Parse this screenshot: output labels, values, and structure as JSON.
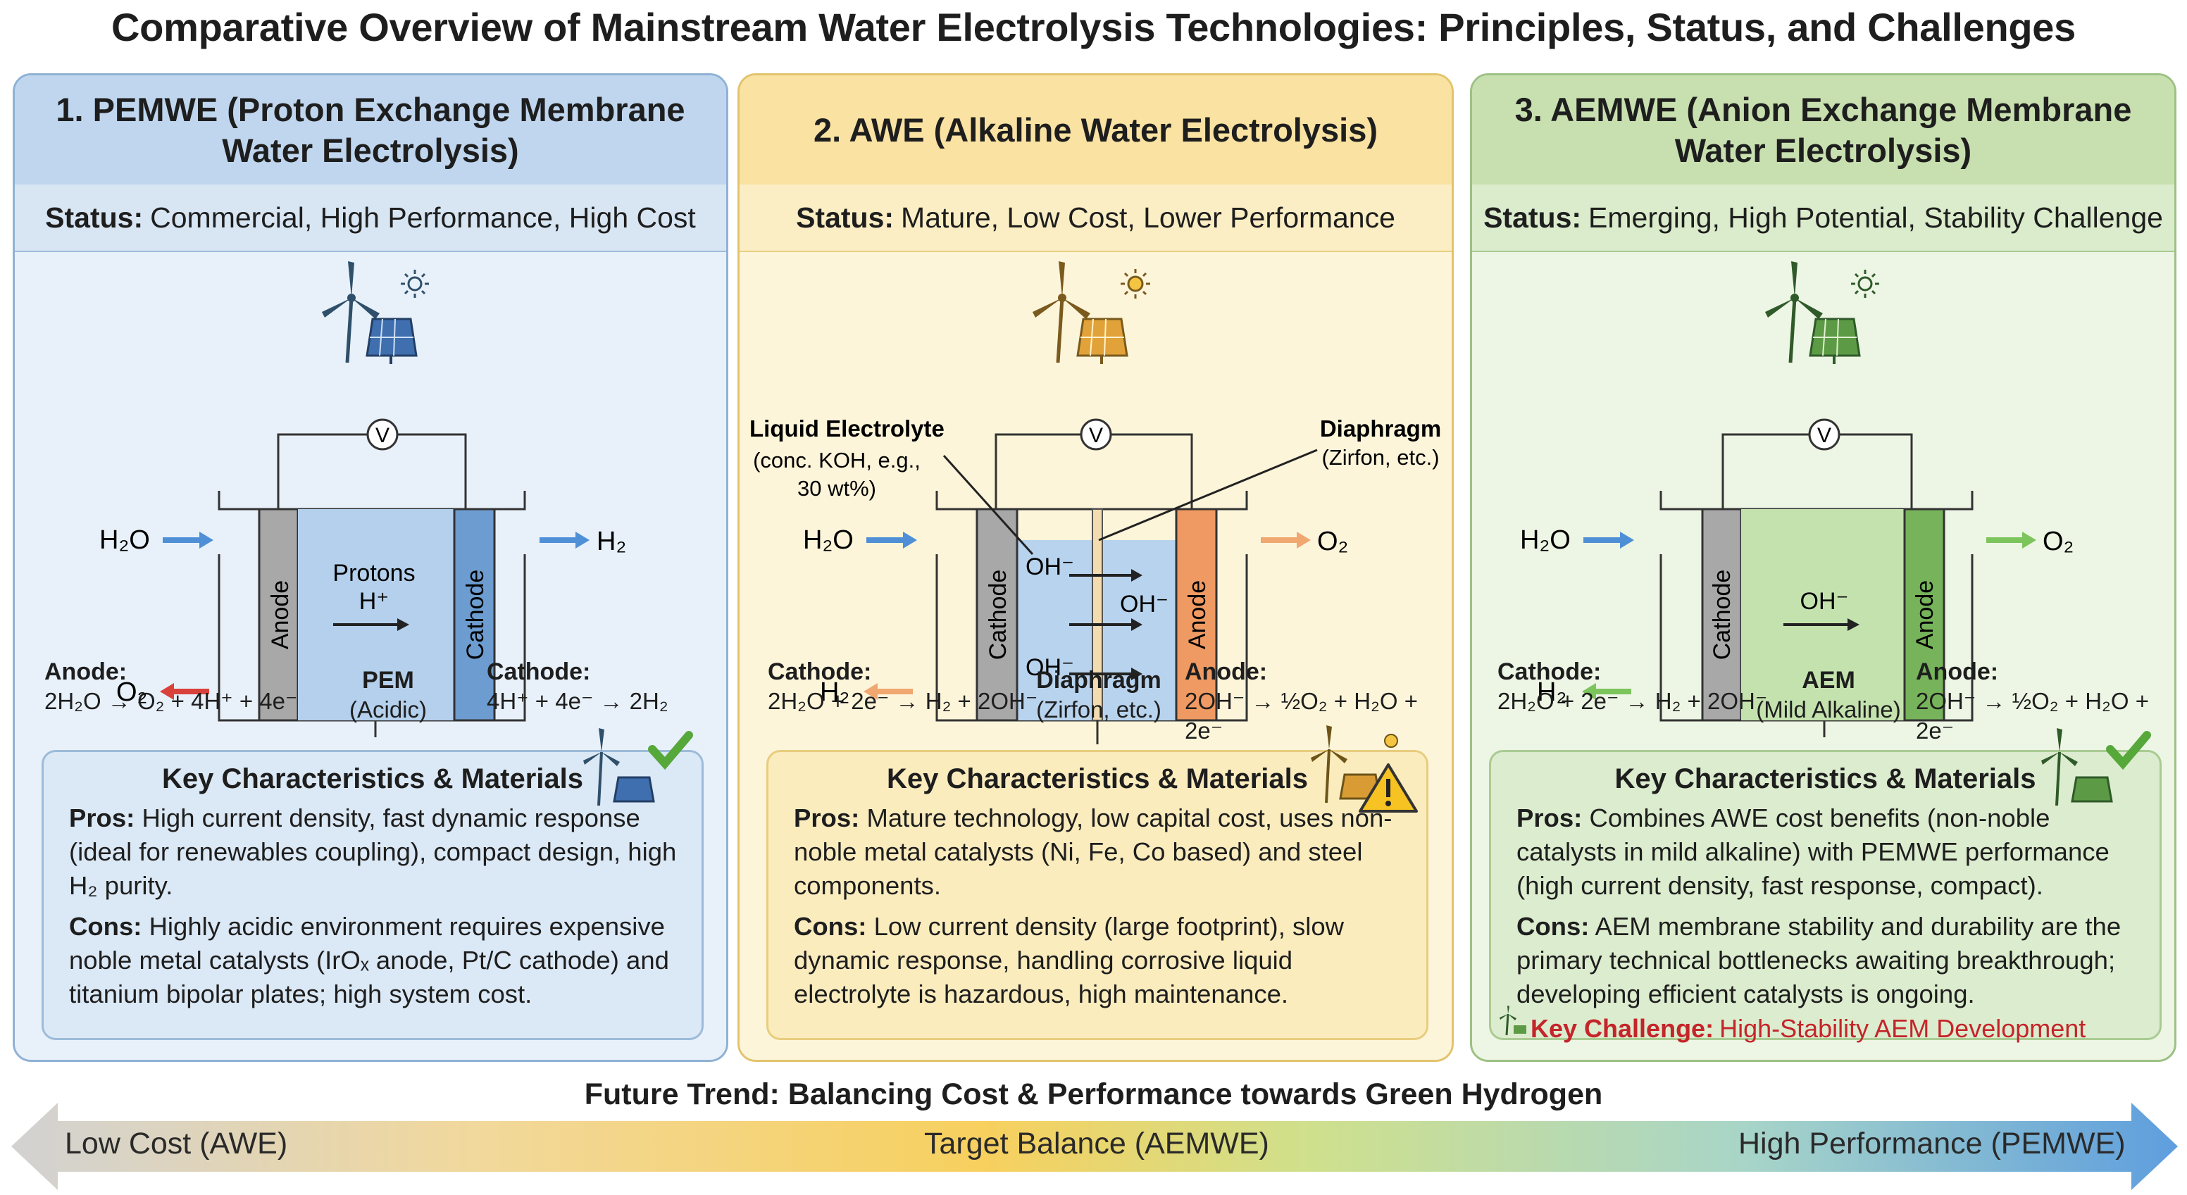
{
  "title": "Comparative Overview of Mainstream Water Electrolysis Technologies: Principles, Status, and Challenges",
  "colors": {
    "pemwe_header": "#bfd6ee",
    "awe_header": "#f9e2a2",
    "aemwe_header": "#c8e0b0",
    "challenge_red": "#c4252a",
    "arrow_blue": "#4f8fd6",
    "arrow_red": "#d9413b",
    "arrow_orange": "#f0a770",
    "arrow_green": "#7cc45c"
  },
  "panels": [
    {
      "heading_line1": "1.  PEMWE (Proton Exchange Membrane",
      "heading_line2": "Water Electrolysis)",
      "status_label": "Status:",
      "status_text": "Commercial, High Performance, High Cost",
      "diagram": {
        "voltmeter": "V",
        "input": "H₂O",
        "out_top": "H₂",
        "out_bottom": "O₂",
        "left_electrode": "Anode",
        "right_electrode": "Cathode",
        "ion_line1": "Protons",
        "ion_line2": "H⁺",
        "membrane_label": "PEM",
        "membrane_sub": "(Acidic)"
      },
      "left_eq_title": "Anode:",
      "left_eq": "2H₂O → O₂ + 4H⁺ + 4e⁻",
      "right_eq_title": "Cathode:",
      "right_eq": "4H⁺ + 4e⁻ → 2H₂",
      "key_title": "Key Characteristics & Materials",
      "pros_label": "Pros:",
      "pros_text": "High current density, fast dynamic response (ideal for renewables coupling), compact design, high H₂ purity.",
      "cons_label": "Cons:",
      "cons_text": "Highly acidic environment requires expensive noble metal catalysts (IrOₓ anode, Pt/C cathode) and titanium bipolar plates; high system cost."
    },
    {
      "heading_line1": "2. AWE (Alkaline Water Electrolysis)",
      "heading_line2": "",
      "status_label": "Status:",
      "status_text": "Mature, Low Cost, Lower Performance",
      "diagram": {
        "voltmeter": "V",
        "input": "H₂O",
        "out_top": "O₂",
        "out_bottom": "H₂",
        "left_electrode": "Cathode",
        "right_electrode": "Anode",
        "ion_a": "OH⁻",
        "ion_b": "OH⁻",
        "ion_c": "OH⁻",
        "electrolyte_title": "Liquid Electrolyte",
        "electrolyte_line2": "(conc. KOH, e.g.,",
        "electrolyte_line3": "30 wt%)",
        "diaphragm_top": "Diaphragm",
        "diaphragm_top_sub": "(Zirfon, etc.)",
        "membrane_label": "Diaphragm",
        "membrane_sub": "(Zirfon, etc.)"
      },
      "left_eq_title": "Cathode:",
      "left_eq": "2H₂O + 2e⁻ → H₂ + 2OH⁻",
      "right_eq_title": "Anode:",
      "right_eq": "2OH⁻ → ½O₂ + H₂O + 2e⁻",
      "key_title": "Key Characteristics & Materials",
      "pros_label": "Pros:",
      "pros_text": "Mature technology, low capital cost, uses non-noble metal catalysts (Ni, Fe, Co based) and steel components.",
      "cons_label": "Cons:",
      "cons_text": "Low current density (large footprint), slow dynamic response, handling corrosive liquid electrolyte is hazardous, high maintenance."
    },
    {
      "heading_line1": "3. AEMWE (Anion Exchange Membrane",
      "heading_line2": "Water Electrolysis)",
      "status_label": "Status:",
      "status_text": "Emerging, High Potential, Stability Challenge",
      "diagram": {
        "voltmeter": "V",
        "input": "H₂O",
        "out_top": "O₂",
        "out_bottom": "H₂",
        "left_electrode": "Cathode",
        "right_electrode": "Anode",
        "ion_line1": "OH⁻",
        "membrane_label": "AEM",
        "membrane_sub": "(Mild Alkaline)"
      },
      "left_eq_title": "Cathode:",
      "left_eq": "2H₂O + 2e⁻ → H₂ + 2OH⁻",
      "right_eq_title": "Anode:",
      "right_eq": "2OH⁻ → ½O₂ + H₂O + 2e⁻",
      "key_title": "Key Characteristics & Materials",
      "pros_label": "Pros:",
      "pros_text": "Combines AWE cost benefits (non-noble catalysts in mild alkaline) with PEMWE performance (high current density, fast response, compact).",
      "cons_label": "Cons:",
      "cons_text": "AEM membrane stability and durability are the primary technical bottlenecks awaiting breakthrough; developing efficient catalysts is ongoing.",
      "challenge_label": "Key Challenge:",
      "challenge_text": "High-Stability AEM Development"
    }
  ],
  "trend": {
    "title": "Future Trend: Balancing Cost & Performance towards Green Hydrogen",
    "left_label": "Low Cost (AWE)",
    "center_label": "Target Balance (AEMWE)",
    "right_label": "High Performance (PEMWE)"
  },
  "icons": [
    "wind-turbine-icon",
    "solar-panel-icon",
    "sun-icon",
    "checkmark-icon",
    "warning-icon",
    "voltmeter-icon"
  ]
}
